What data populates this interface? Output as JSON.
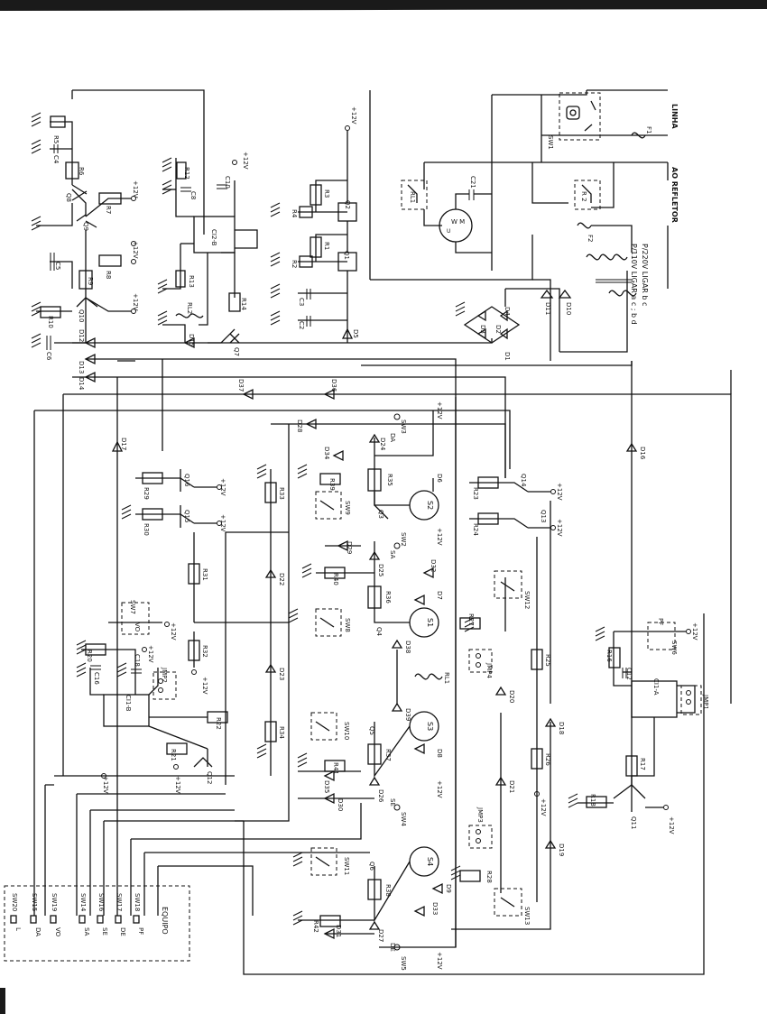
{
  "labels": {
    "resistors": [
      "R1",
      "R2",
      "R3",
      "R4",
      "R5",
      "R6",
      "R7",
      "R8",
      "R9",
      "R10",
      "R12",
      "R13",
      "R14",
      "R16",
      "R17",
      "R18",
      "R20",
      "R21",
      "R22",
      "R23",
      "R24",
      "R25",
      "R26",
      "R27",
      "R28",
      "R29",
      "R30",
      "R31",
      "R32",
      "R33",
      "R34",
      "R35",
      "R36",
      "R37",
      "R38",
      "R39",
      "R40",
      "R41",
      "R42"
    ],
    "capacitors": [
      "C1",
      "C2",
      "C3",
      "C4",
      "C5",
      "C6",
      "C8",
      "C10",
      "C12",
      "C16",
      "C18",
      "C21"
    ],
    "diodes": [
      "D1",
      "D2",
      "D3",
      "D4",
      "D5",
      "D6",
      "D7",
      "D8",
      "D9",
      "D10",
      "D11",
      "D12",
      "D13",
      "D14",
      "D15",
      "D16",
      "D17",
      "D18",
      "D19",
      "D20",
      "D21",
      "D22",
      "D23",
      "D24",
      "D25",
      "D26",
      "D27",
      "D28",
      "D29",
      "D30",
      "D31",
      "D32",
      "D33",
      "D34",
      "D35",
      "D36",
      "D37",
      "D38",
      "D39"
    ],
    "transistors": [
      "Q1",
      "Q2",
      "Q3",
      "Q4",
      "Q5",
      "Q6",
      "Q7",
      "Q8",
      "Q9",
      "Q10",
      "Q11",
      "Q12",
      "Q13",
      "Q14",
      "Q15",
      "Q16"
    ],
    "ics": [
      "CI1-A",
      "CI1-B",
      "CI2-B"
    ],
    "relays": [
      "RL1",
      "RL2"
    ],
    "switches": [
      "SW1",
      "SW2",
      "SW3",
      "SW4",
      "SW5",
      "SW6",
      "SW7",
      "SW8",
      "SW9",
      "SW10",
      "SW11",
      "SW12",
      "SW13"
    ],
    "jumpers": [
      "JMP1",
      "JMP2",
      "JMP3",
      "JMP4"
    ],
    "sensors": [
      "S1",
      "S2",
      "S3",
      "S4"
    ],
    "fuses": [
      "F1",
      "F2"
    ],
    "sensor_tags": [
      "SA",
      "DA",
      "SE",
      "DE",
      "VO",
      "PF"
    ],
    "supply": "+12V",
    "linha": "LINHA",
    "refletor": "AO REFLETOR",
    "note110": "P/110V  LIGAR a c ; b d",
    "note220": "P/220V  LIGAR b c",
    "equipo": "EQUIPO",
    "connector_switches": [
      "SW20",
      "SW15",
      "SW19",
      "SW14",
      "SW16",
      "SW17",
      "SW18"
    ],
    "connector_tags": [
      "L",
      "DA",
      "VO",
      "SA",
      "SE",
      "DE",
      "PF"
    ]
  }
}
